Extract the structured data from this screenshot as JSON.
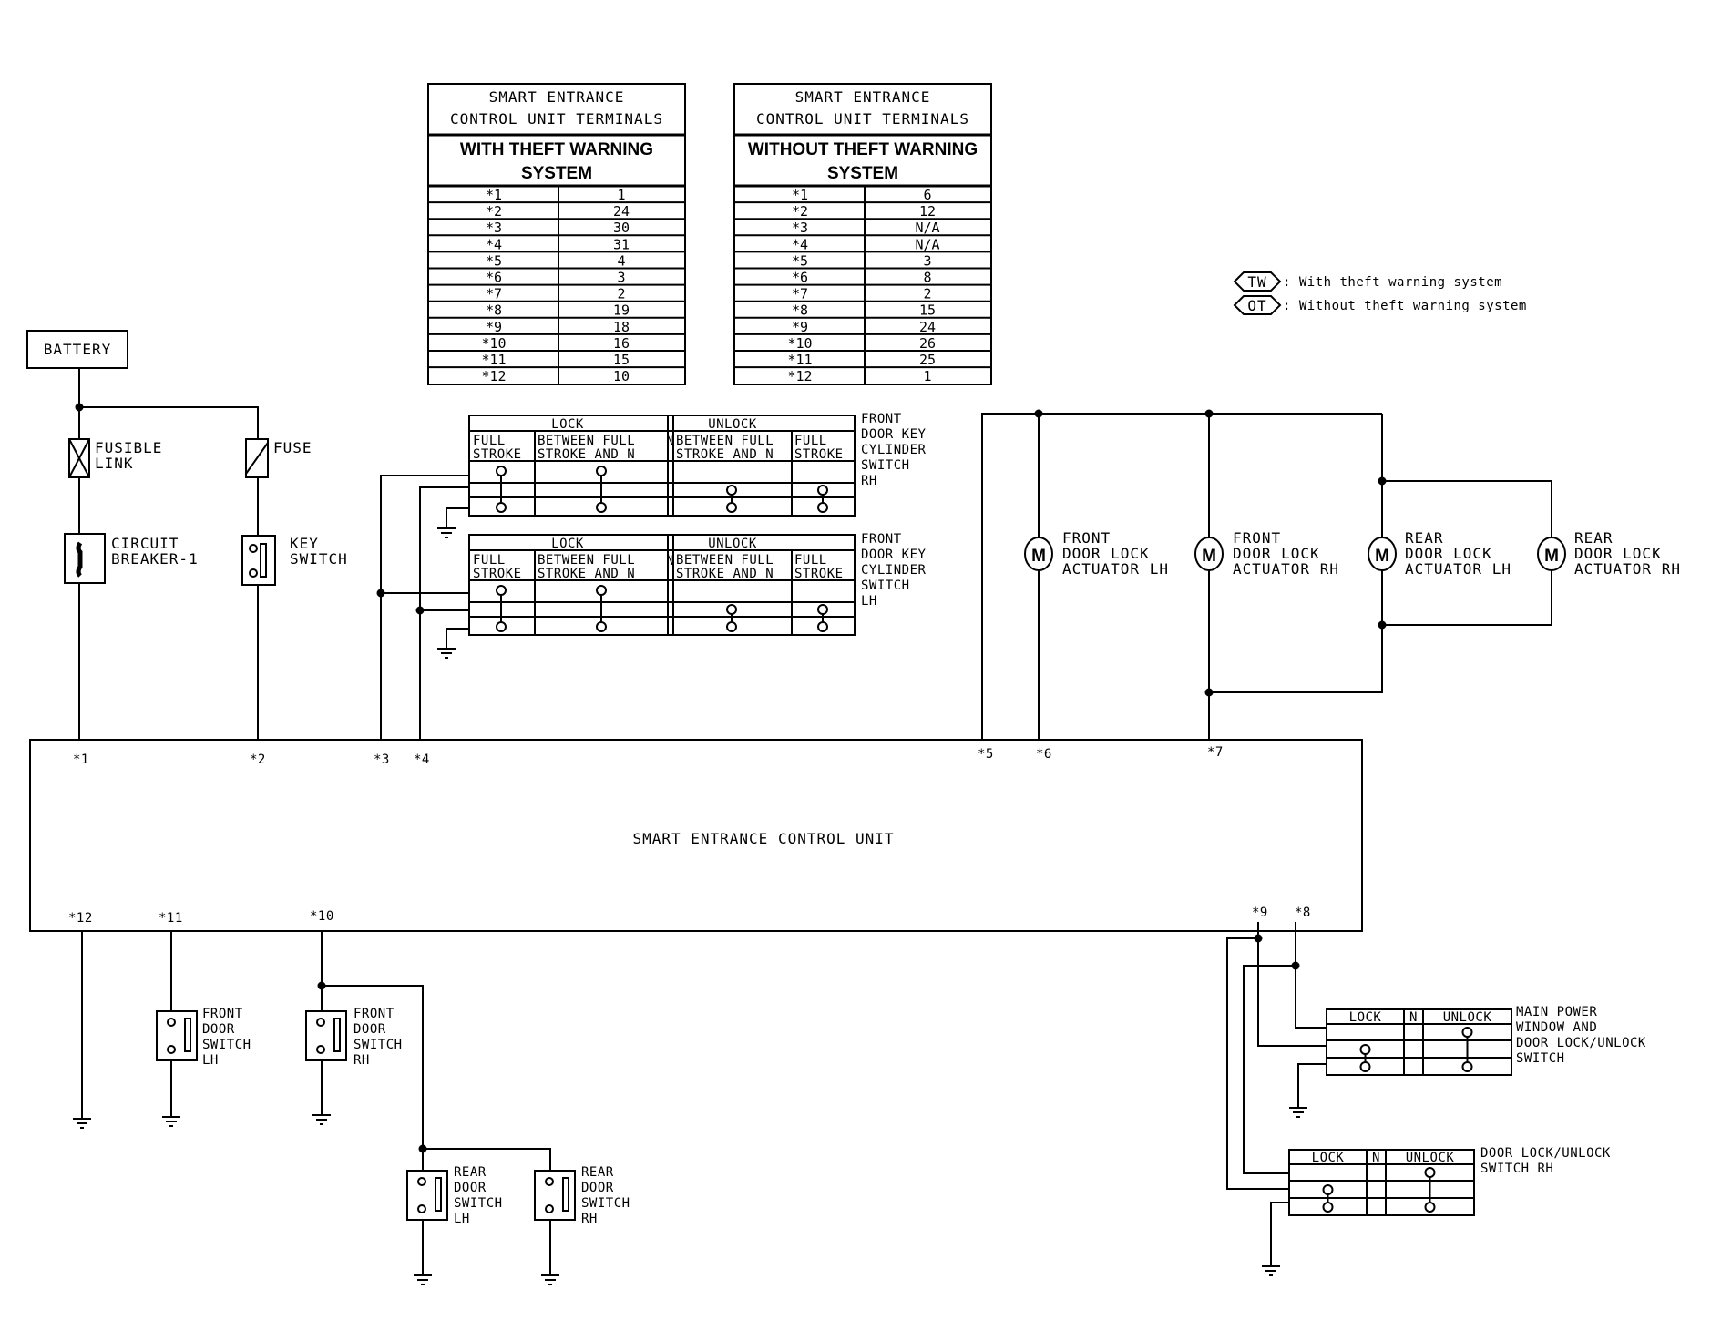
{
  "tables": [
    {
      "title1": "SMART ENTRANCE",
      "title2": "CONTROL UNIT TERMINALS",
      "header1": "WITH THEFT WARNING",
      "header2": "SYSTEM",
      "rows": [
        [
          "*1",
          "1"
        ],
        [
          "*2",
          "24"
        ],
        [
          "*3",
          "30"
        ],
        [
          "*4",
          "31"
        ],
        [
          "*5",
          "4"
        ],
        [
          "*6",
          "3"
        ],
        [
          "*7",
          "2"
        ],
        [
          "*8",
          "19"
        ],
        [
          "*9",
          "18"
        ],
        [
          "*10",
          "16"
        ],
        [
          "*11",
          "15"
        ],
        [
          "*12",
          "10"
        ]
      ]
    },
    {
      "title1": "SMART ENTRANCE",
      "title2": "CONTROL UNIT TERMINALS",
      "header1": "WITHOUT THEFT WARNING",
      "header2": "SYSTEM",
      "rows": [
        [
          "*1",
          "6"
        ],
        [
          "*2",
          "12"
        ],
        [
          "*3",
          "N/A"
        ],
        [
          "*4",
          "N/A"
        ],
        [
          "*5",
          "3"
        ],
        [
          "*6",
          "8"
        ],
        [
          "*7",
          "2"
        ],
        [
          "*8",
          "15"
        ],
        [
          "*9",
          "24"
        ],
        [
          "*10",
          "26"
        ],
        [
          "*11",
          "25"
        ],
        [
          "*12",
          "1"
        ]
      ]
    }
  ],
  "legend": [
    {
      "code": "TW",
      "text": ": With theft warning system"
    },
    {
      "code": "OT",
      "text": ": Without theft warning system"
    }
  ],
  "labels": {
    "battery": "BATTERY",
    "fusible_link": [
      "FUSIBLE",
      "LINK"
    ],
    "fuse": "FUSE",
    "circuit_breaker": [
      "CIRCUIT",
      "BREAKER-1"
    ],
    "key_switch": [
      "KEY",
      "SWITCH"
    ],
    "control_unit": "SMART ENTRANCE CONTROL UNIT",
    "key_cyl_rh": [
      "FRONT",
      "DOOR KEY",
      "CYLINDER",
      "SWITCH",
      "RH"
    ],
    "key_cyl_lh": [
      "FRONT",
      "DOOR KEY",
      "CYLINDER",
      "SWITCH",
      "LH"
    ],
    "act_front_lh": [
      "FRONT",
      "DOOR LOCK",
      "ACTUATOR LH"
    ],
    "act_front_rh": [
      "FRONT",
      "DOOR LOCK",
      "ACTUATOR RH"
    ],
    "act_rear_lh": [
      "REAR",
      "DOOR LOCK",
      "ACTUATOR LH"
    ],
    "act_rear_rh": [
      "REAR",
      "DOOR LOCK",
      "ACTUATOR RH"
    ],
    "front_door_lh": [
      "FRONT",
      "DOOR",
      "SWITCH",
      "LH"
    ],
    "front_door_rh": [
      "FRONT",
      "DOOR",
      "SWITCH",
      "RH"
    ],
    "rear_door_lh": [
      "REAR",
      "DOOR",
      "SWITCH",
      "LH"
    ],
    "rear_door_rh": [
      "REAR",
      "DOOR",
      "SWITCH",
      "RH"
    ],
    "main_power": [
      "MAIN POWER",
      "WINDOW AND",
      "DOOR LOCK/UNLOCK",
      "SWITCH"
    ],
    "lock_switch_rh": [
      "DOOR LOCK/UNLOCK",
      "SWITCH RH"
    ],
    "motor": "M"
  },
  "key_switch_table": {
    "lock": "LOCK",
    "unlock": "UNLOCK",
    "n": "N",
    "full1": "FULL",
    "full2": "STROKE",
    "between1": "BETWEEN FULL",
    "between2": "STROKE AND N"
  },
  "lock_switch_table": {
    "lock": "LOCK",
    "n": "N",
    "unlock": "UNLOCK"
  },
  "terminals": {
    "t1": "*1",
    "t2": "*2",
    "t3": "*3",
    "t4": "*4",
    "t5": "*5",
    "t6": "*6",
    "t7": "*7",
    "t8": "*8",
    "t9": "*9",
    "t10": "*10",
    "t11": "*11",
    "t12": "*12"
  }
}
